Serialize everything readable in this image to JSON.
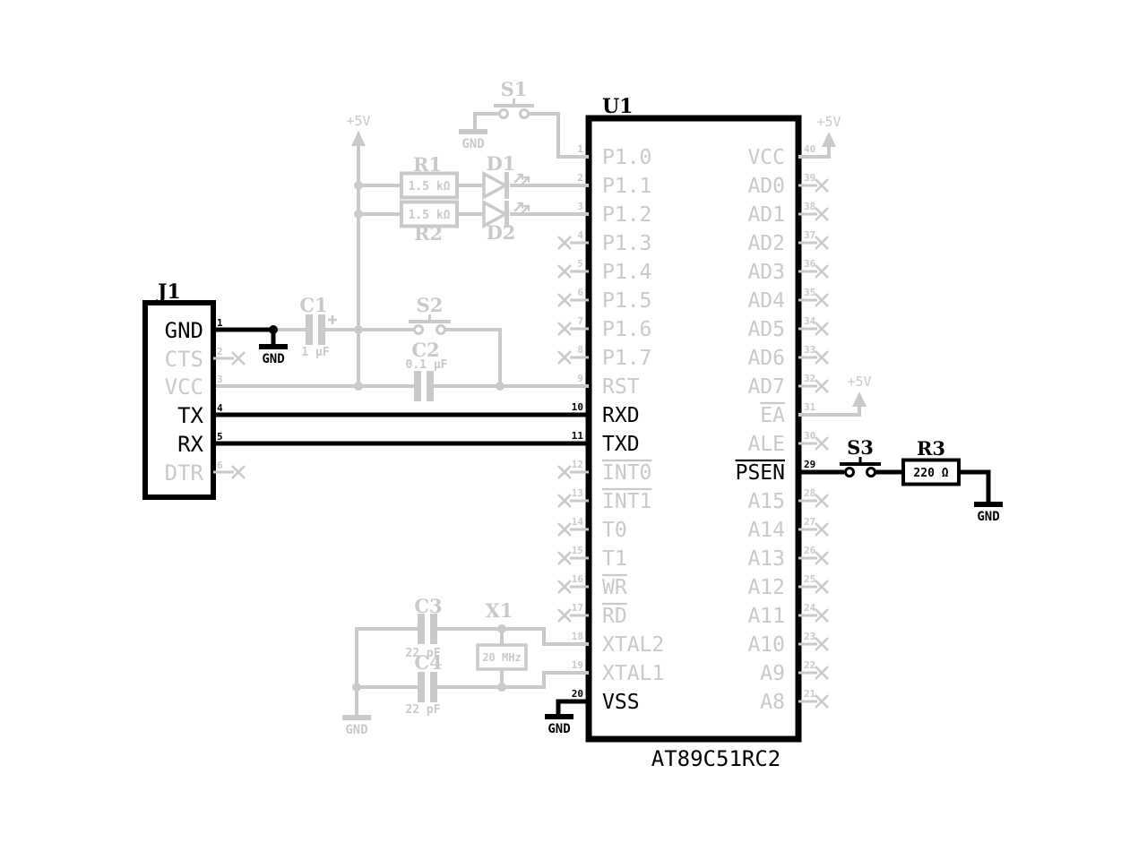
{
  "diagram": {
    "background": "#ffffff",
    "colors": {
      "active": "#000000",
      "inactive": "#c9c9c9"
    },
    "power_label": "+5V",
    "ground_label": "GND",
    "chip": {
      "designator": "U1",
      "part": "AT89C51RC2",
      "left_pins": [
        {
          "num": "1",
          "name": "P1.0",
          "state": "inactive"
        },
        {
          "num": "2",
          "name": "P1.1",
          "state": "inactive"
        },
        {
          "num": "3",
          "name": "P1.2",
          "state": "inactive"
        },
        {
          "num": "4",
          "name": "P1.3",
          "state": "inactive",
          "nc": true
        },
        {
          "num": "5",
          "name": "P1.4",
          "state": "inactive",
          "nc": true
        },
        {
          "num": "6",
          "name": "P1.5",
          "state": "inactive",
          "nc": true
        },
        {
          "num": "7",
          "name": "P1.6",
          "state": "inactive",
          "nc": true
        },
        {
          "num": "8",
          "name": "P1.7",
          "state": "inactive",
          "nc": true
        },
        {
          "num": "9",
          "name": "RST",
          "state": "inactive"
        },
        {
          "num": "10",
          "name": "RXD",
          "state": "active"
        },
        {
          "num": "11",
          "name": "TXD",
          "state": "active"
        },
        {
          "num": "12",
          "name": "INT0",
          "state": "inactive",
          "nc": true,
          "overline": true
        },
        {
          "num": "13",
          "name": "INT1",
          "state": "inactive",
          "nc": true,
          "overline": true
        },
        {
          "num": "14",
          "name": "T0",
          "state": "inactive",
          "nc": true
        },
        {
          "num": "15",
          "name": "T1",
          "state": "inactive",
          "nc": true
        },
        {
          "num": "16",
          "name": "WR",
          "state": "inactive",
          "nc": true,
          "overline": true
        },
        {
          "num": "17",
          "name": "RD",
          "state": "inactive",
          "nc": true,
          "overline": true
        },
        {
          "num": "18",
          "name": "XTAL2",
          "state": "inactive"
        },
        {
          "num": "19",
          "name": "XTAL1",
          "state": "inactive"
        },
        {
          "num": "20",
          "name": "VSS",
          "state": "active"
        }
      ],
      "right_pins": [
        {
          "num": "40",
          "name": "VCC",
          "state": "inactive"
        },
        {
          "num": "39",
          "name": "AD0",
          "state": "inactive",
          "nc": true
        },
        {
          "num": "38",
          "name": "AD1",
          "state": "inactive",
          "nc": true
        },
        {
          "num": "37",
          "name": "AD2",
          "state": "inactive",
          "nc": true
        },
        {
          "num": "36",
          "name": "AD3",
          "state": "inactive",
          "nc": true
        },
        {
          "num": "35",
          "name": "AD4",
          "state": "inactive",
          "nc": true
        },
        {
          "num": "34",
          "name": "AD5",
          "state": "inactive",
          "nc": true
        },
        {
          "num": "33",
          "name": "AD6",
          "state": "inactive",
          "nc": true
        },
        {
          "num": "32",
          "name": "AD7",
          "state": "inactive",
          "nc": true
        },
        {
          "num": "31",
          "name": "EA",
          "state": "inactive",
          "overline": true
        },
        {
          "num": "30",
          "name": "ALE",
          "state": "inactive",
          "nc": true
        },
        {
          "num": "29",
          "name": "PSEN",
          "state": "active",
          "overline": true
        },
        {
          "num": "28",
          "name": "A15",
          "state": "inactive",
          "nc": true
        },
        {
          "num": "27",
          "name": "A14",
          "state": "inactive",
          "nc": true
        },
        {
          "num": "26",
          "name": "A13",
          "state": "inactive",
          "nc": true
        },
        {
          "num": "25",
          "name": "A12",
          "state": "inactive",
          "nc": true
        },
        {
          "num": "24",
          "name": "A11",
          "state": "inactive",
          "nc": true
        },
        {
          "num": "23",
          "name": "A10",
          "state": "inactive",
          "nc": true
        },
        {
          "num": "22",
          "name": "A9",
          "state": "inactive",
          "nc": true
        },
        {
          "num": "21",
          "name": "A8",
          "state": "inactive",
          "nc": true
        }
      ]
    },
    "connector": {
      "designator": "J1",
      "pins": [
        {
          "num": "1",
          "name": "GND",
          "state": "active"
        },
        {
          "num": "2",
          "name": "CTS",
          "state": "inactive",
          "nc": true
        },
        {
          "num": "3",
          "name": "VCC",
          "state": "inactive"
        },
        {
          "num": "4",
          "name": "TX",
          "state": "active"
        },
        {
          "num": "5",
          "name": "RX",
          "state": "active"
        },
        {
          "num": "6",
          "name": "DTR",
          "state": "inactive",
          "nc": true
        }
      ]
    },
    "components": {
      "r1": {
        "designator": "R1",
        "value": "1.5 kΩ",
        "state": "inactive"
      },
      "r2": {
        "designator": "R2",
        "value": "1.5 kΩ",
        "state": "inactive"
      },
      "r3": {
        "designator": "R3",
        "value": "220 Ω",
        "state": "active"
      },
      "c1": {
        "designator": "C1",
        "value": "1 µF",
        "state": "inactive"
      },
      "c2": {
        "designator": "C2",
        "value": "0.1 µF",
        "state": "inactive"
      },
      "c3": {
        "designator": "C3",
        "value": "22 pF",
        "state": "inactive"
      },
      "c4": {
        "designator": "C4",
        "value": "22 pF",
        "state": "inactive"
      },
      "d1": {
        "designator": "D1",
        "state": "inactive"
      },
      "d2": {
        "designator": "D2",
        "state": "inactive"
      },
      "s1": {
        "designator": "S1",
        "state": "inactive"
      },
      "s2": {
        "designator": "S2",
        "state": "inactive"
      },
      "s3": {
        "designator": "S3",
        "state": "active"
      },
      "x1": {
        "designator": "X1",
        "value": "20 MHz",
        "state": "inactive"
      }
    }
  }
}
